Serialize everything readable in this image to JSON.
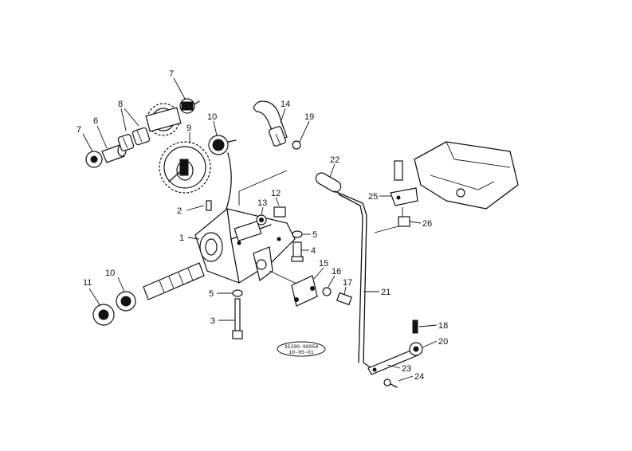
{
  "diagram": {
    "callouts": [
      "1",
      "2",
      "3",
      "4",
      "5",
      "5",
      "6",
      "7",
      "7",
      "8",
      "9",
      "10",
      "10",
      "11",
      "12",
      "13",
      "14",
      "15",
      "16",
      "17",
      "18",
      "19",
      "20",
      "21",
      "22",
      "23",
      "24",
      "25",
      "26"
    ],
    "stamp_line1": "35290-90050",
    "stamp_line2": "10-05-01"
  }
}
